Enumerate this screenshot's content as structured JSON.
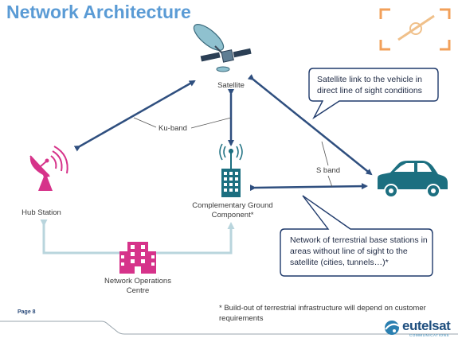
{
  "title": "Network Architecture",
  "nodes": {
    "satellite": "Satellite",
    "hub": "Hub Station",
    "cgc_line1": "Complementary Ground",
    "cgc_line2": "Component*",
    "noc_line1": "Network Operations",
    "noc_line2": "Centre"
  },
  "links": {
    "ku_band": "Ku-band",
    "s_band": "S band"
  },
  "callouts": {
    "satellite_link": [
      "Satellite link to the vehicle in",
      "direct line of sight conditions"
    ],
    "terrestrial": [
      "Network of terrestrial base stations in",
      "areas without line of sight to the",
      "satellite (cities, tunnels…)*"
    ]
  },
  "footnote": [
    "* Build-out of terrestrial infrastructure will depend on customer",
    "requirements"
  ],
  "page_label": "Page 8",
  "brand": {
    "name": "eutelsat",
    "sub": "COMMUNICATIONS"
  },
  "colors": {
    "title": "#5a9bd5",
    "arrow": "#2f4f7f",
    "light_arrow": "#b9d5dd",
    "magenta": "#d6338a",
    "teal": "#1c6f80",
    "callout_border": "#1f3a6b",
    "corner_orange": "#f2a05a"
  }
}
